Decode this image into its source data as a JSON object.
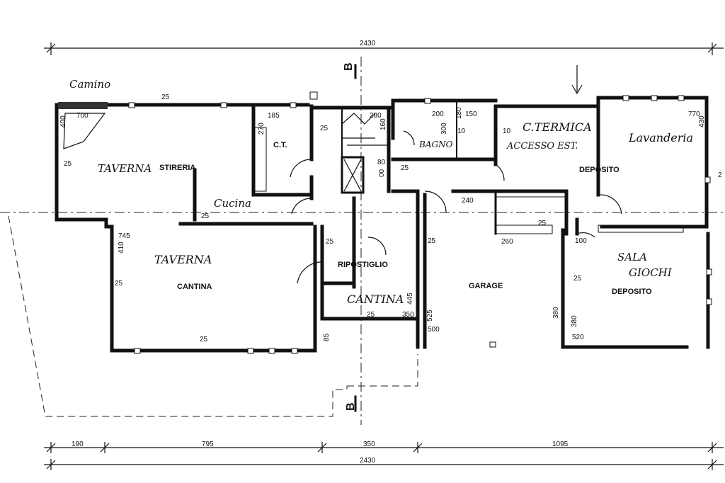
{
  "dimensions": {
    "total_top": "2430",
    "total_bottom": "2430",
    "segments": [
      "190",
      "795",
      "350",
      "1095"
    ],
    "inner": {
      "d25_a": "25",
      "d700": "700",
      "d400": "400",
      "d25_b": "25",
      "d185": "185",
      "d270": "270",
      "d25_c": "25",
      "d280": "280",
      "d160": "160",
      "d200": "200",
      "d180": "180",
      "d150": "150",
      "d300": "300",
      "d10_a": "10",
      "d10_b": "10",
      "d80": "80",
      "d00": "00",
      "d25_d": "25",
      "d770": "770",
      "d430": "430",
      "d25_e": "25",
      "d745": "745",
      "d410": "410",
      "d25_f": "25",
      "d240": "240",
      "d25_g": "25",
      "d260": "260",
      "d100": "100",
      "d25_h": "25",
      "d25_i": "25",
      "d25_j": "25",
      "d445": "445",
      "d25_k": "25",
      "d350": "350",
      "d525": "525",
      "d500": "500",
      "d380_a": "380",
      "d380_b": "380",
      "d520": "520",
      "d25_l": "25",
      "d85": "85",
      "d25_m": "25",
      "d25_n": "25",
      "d25_o": "25",
      "d2": "2"
    }
  },
  "section_marks": {
    "top": "B",
    "bottom": "B"
  },
  "rooms": {
    "stireria": "STIRERIA",
    "ct": "C.T.",
    "cantina_left": "CANTINA",
    "ripostiglio": "RIPOSTIGLIO",
    "garage": "GARAGE",
    "deposito_top": "DEPOSITO",
    "deposito_bottom": "DEPOSITO"
  },
  "handwritten": {
    "camino": "Camino",
    "taverna_top": "TAVERNA",
    "cucina": "Cucina",
    "taverna_mid": "TAVERNA",
    "cantina_mid": "CANTINA",
    "bagno": "BAGNO",
    "c_termica": "C.TERMICA",
    "accesso_est": "ACCESSO EST.",
    "lavanderia": "Lavanderia",
    "sala": "SALA",
    "giochi": "GIOCHI"
  }
}
